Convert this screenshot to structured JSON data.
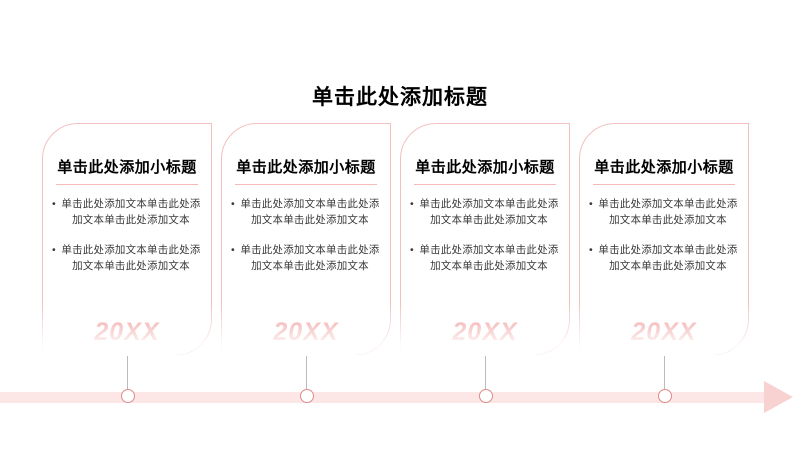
{
  "slide": {
    "title": "单击此处添加标题",
    "bullet_marker": "•",
    "colors": {
      "card_border": "#f2c0c0",
      "subtitle_underline": "#f3baba",
      "year_text": "#ee8f8f",
      "timeline_band": "#fce6e6",
      "arrow_head": "#f8d2d0",
      "node_stroke": "#e08a88",
      "connector_line": "#bbbbbb",
      "title_text": "#000000",
      "body_text": "#383838"
    },
    "cards": [
      {
        "subtitle": "单击此处添加小标题",
        "bullets": [
          "单击此处添加文本单击此处添加文本单击此处添加文本",
          "单击此处添加文本单击此处添加文本单击此处添加文本"
        ],
        "year": "20XX"
      },
      {
        "subtitle": "单击此处添加小标题",
        "bullets": [
          "单击此处添加文本单击此处添加文本单击此处添加文本",
          "单击此处添加文本单击此处添加文本单击此处添加文本"
        ],
        "year": "20XX"
      },
      {
        "subtitle": "单击此处添加小标题",
        "bullets": [
          "单击此处添加文本单击此处添加文本单击此处添加文本",
          "单击此处添加文本单击此处添加文本单击此处添加文本"
        ],
        "year": "20XX"
      },
      {
        "subtitle": "单击此处添加小标题",
        "bullets": [
          "单击此处添加文本单击此处添加文本单击此处添加文本",
          "单击此处添加文本单击此处添加文本单击此处添加文本"
        ],
        "year": "20XX"
      }
    ]
  }
}
